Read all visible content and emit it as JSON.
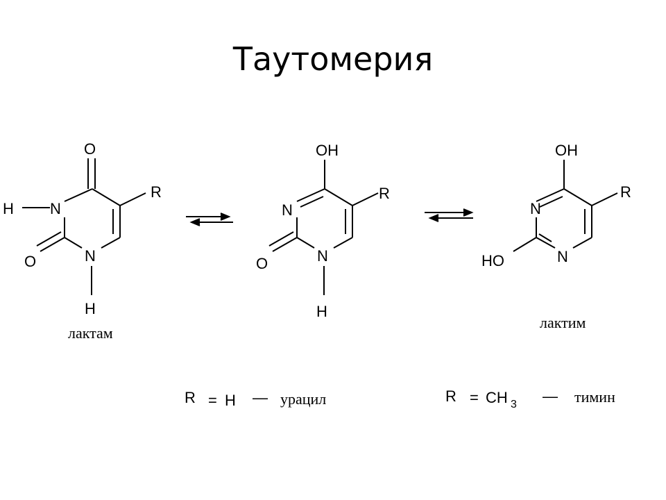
{
  "title": "Таутомерия",
  "labels": {
    "lactam": "лактам",
    "lactim": "лактим"
  },
  "atoms": {
    "O": "O",
    "OH": "OH",
    "HO": "HO",
    "N": "N",
    "H": "H",
    "R": "R"
  },
  "legend": {
    "uracil": {
      "r": "R",
      "eq": "=",
      "value": "H",
      "dash": "—",
      "name": "урацил"
    },
    "thymine": {
      "r": "R",
      "eq": "=",
      "value": "CH",
      "subscript": "3",
      "dash": "—",
      "name": "тимин"
    }
  }
}
